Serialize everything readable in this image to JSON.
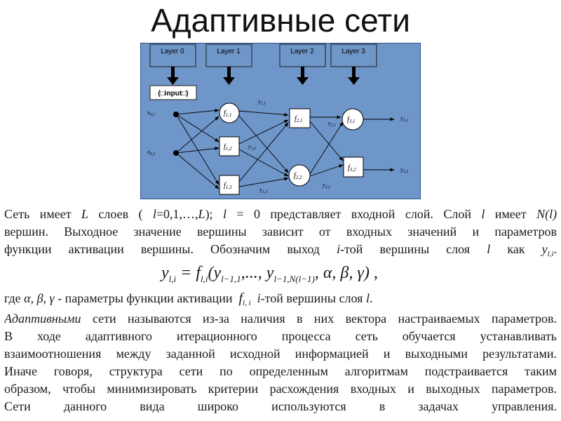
{
  "title": "Адаптивные сети",
  "diagram": {
    "layers": [
      "Layer 0",
      "Layer 1",
      "Layer 2",
      "Layer 3"
    ],
    "input_label": "(□input□)",
    "inputs": [
      {
        "base": "x",
        "sub": "0,1"
      },
      {
        "base": "x",
        "sub": "0,2"
      }
    ],
    "nodes": [
      {
        "base": "f",
        "sub": "1,1"
      },
      {
        "base": "f",
        "sub": "1,2"
      },
      {
        "base": "f",
        "sub": "1,3"
      },
      {
        "base": "f",
        "sub": "2,1"
      },
      {
        "base": "f",
        "sub": "2,2"
      },
      {
        "base": "f",
        "sub": "3,1"
      },
      {
        "base": "f",
        "sub": "3,2"
      }
    ],
    "edge_labels": [
      {
        "base": "y",
        "sub": "1,1"
      },
      {
        "base": "y",
        "sub": "1,2"
      },
      {
        "base": "y",
        "sub": "1,3"
      },
      {
        "base": "y",
        "sub": "2,1"
      },
      {
        "base": "y",
        "sub": "2,2"
      },
      {
        "base": "y",
        "sub": "3,1"
      },
      {
        "base": "y",
        "sub": "3,2"
      }
    ],
    "colors": {
      "background": "#6f96c9",
      "border": "#1f3f7a",
      "box": "#ffffff",
      "line": "#000000"
    }
  },
  "text": {
    "p1": {
      "a": "Сеть имеет",
      "L1": "L",
      "b": "слоев (",
      "l1": "l",
      "c": "=0,1,…,",
      "L2": "L",
      "d": ");",
      "l2": "l",
      "e": "= 0 представляет входной слой. Слой",
      "l3": "l",
      "f": "имеет",
      "N": "N(l)",
      "line2": "вершин. Выходное значение вершины зависит от входных значений и параметров",
      "g": "функции активации вершины. Обозначим выход",
      "i1": "i",
      "h": "-той вершины слоя",
      "l4": "l",
      "k": "как",
      "y": "y",
      "ysub": "l,i",
      "end": "."
    },
    "formula": {
      "y": "y",
      "ysub": "l,i",
      "eq": " = f",
      "fsub": "l,i",
      "open": "(y",
      "s1": "l−1,1",
      "mid": ",..., y",
      "s2": "l−1,N(l−1)",
      "rest": ", α, β, γ) ,"
    },
    "p2": {
      "a": "где",
      "params": "α, β, γ",
      "b": "-  параметры функции активации",
      "f": "f",
      "fsub": "l, i",
      "i": "i",
      "c": "-той вершины слоя",
      "l": "l",
      "end": "."
    },
    "p3": {
      "lead": "Адаптивными",
      "l1": "сети называются из-за наличия  в них вектора настраиваемых параметров.",
      "l2": "В  ходе  адаптивного  итерационного  процесса  сеть  обучается  устанавливать",
      "l3": "взаимоотношения между заданной исходной информацией и выходными результатами.",
      "l4": "Иначе говоря, структура сети по определенным алгоритмам подстраивается таким",
      "l5": "образом, чтобы минимизировать критерии расхождения входных и выходных параметров.",
      "l6": "Сети данного вида широко используются в задачах управления."
    }
  }
}
